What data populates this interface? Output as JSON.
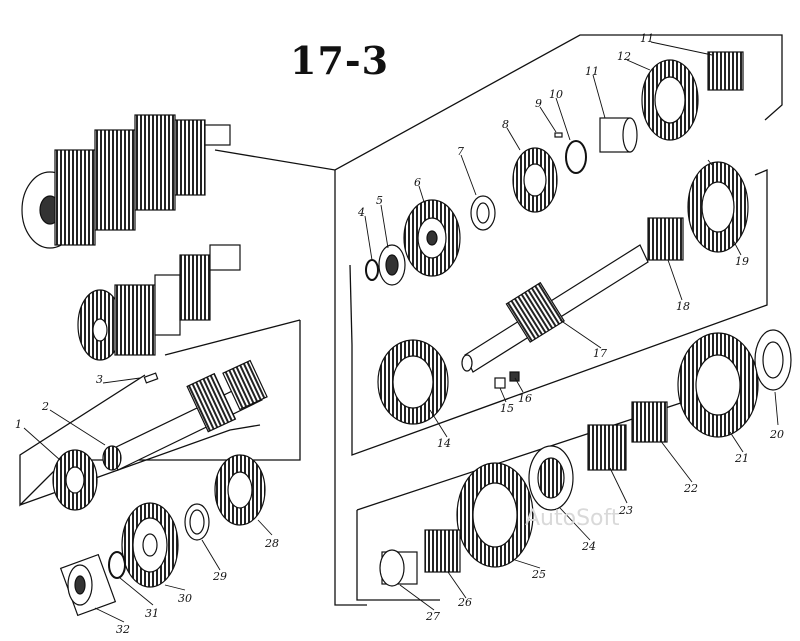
{
  "title": "17-3",
  "watermark": "AutoSoft",
  "callouts": {
    "c1": "1",
    "c2": "2",
    "c3": "3",
    "c4": "4",
    "c5": "5",
    "c6": "6",
    "c7": "7",
    "c8": "8",
    "c9": "9",
    "c10": "10",
    "c11a": "11",
    "c11b": "11",
    "c12": "12",
    "c14": "14",
    "c15": "15",
    "c16": "16",
    "c17": "17",
    "c18": "18",
    "c19": "19",
    "c20": "20",
    "c21": "21",
    "c22": "22",
    "c23": "23",
    "c24": "24",
    "c25": "25",
    "c26": "26",
    "c27": "27",
    "c28": "28",
    "c29": "29",
    "c30": "30",
    "c31": "31",
    "c32": "32"
  },
  "colors": {
    "ink": "#111111",
    "background": "#ffffff",
    "watermark": "#d9d9d9"
  }
}
